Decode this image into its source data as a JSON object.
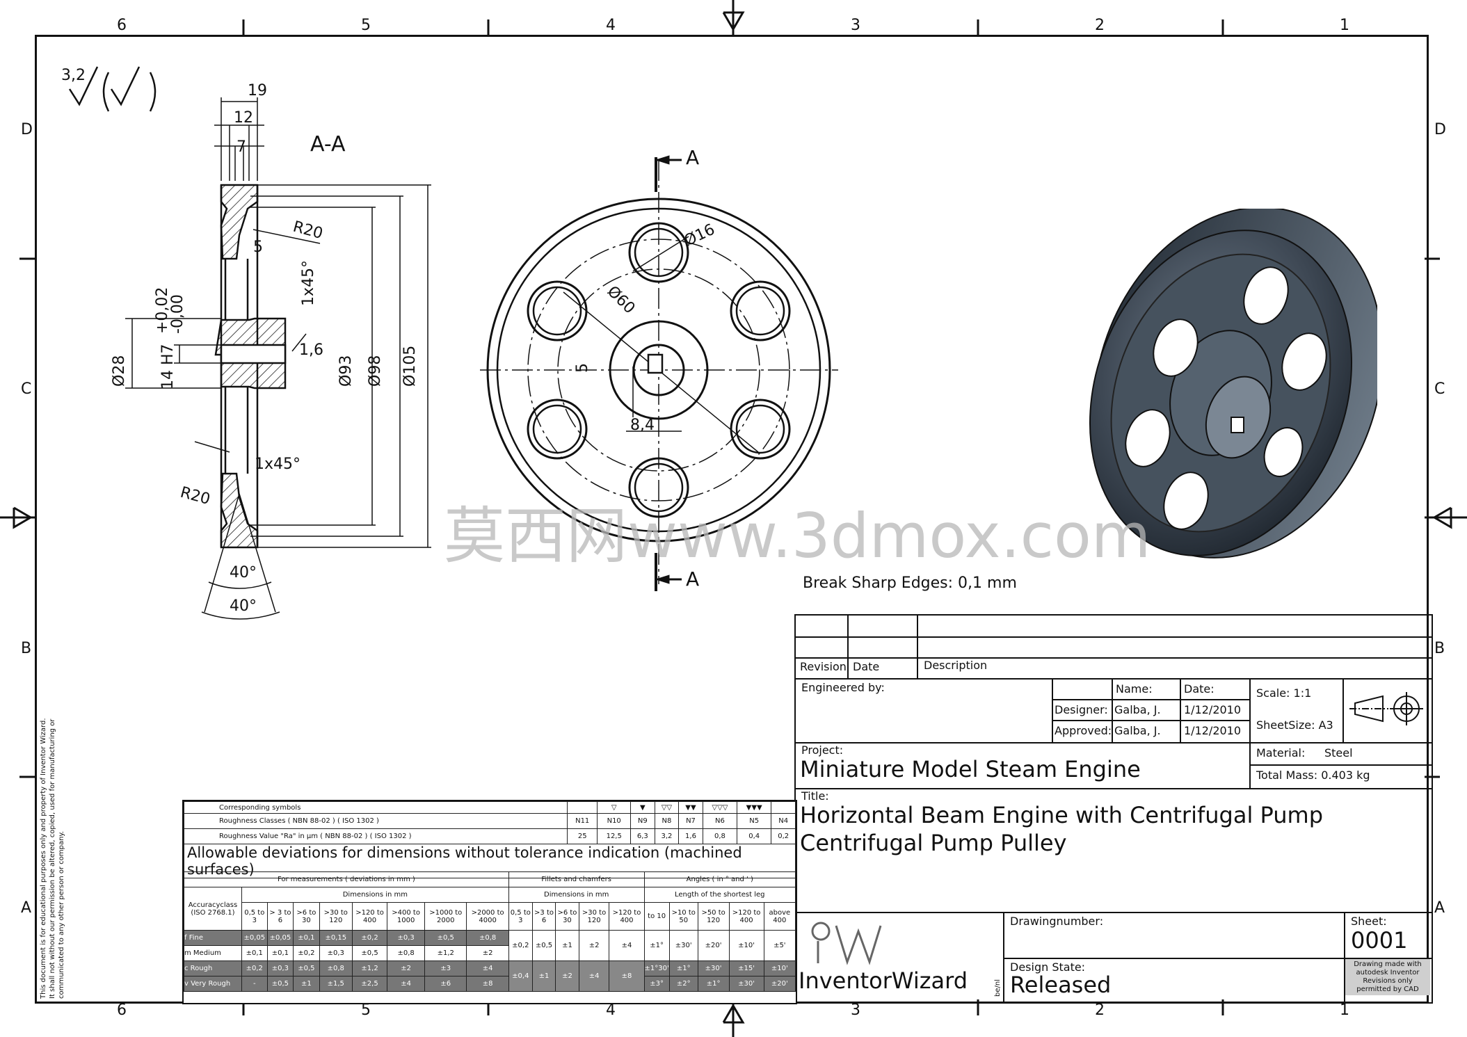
{
  "zones": {
    "top": [
      "6",
      "5",
      "4",
      "3",
      "2",
      "1"
    ],
    "side": [
      "D",
      "C",
      "B",
      "A"
    ]
  },
  "surface_symbol": "3,2",
  "section_label": "A-A",
  "section_marker": "A",
  "dimensions": {
    "d19": "19",
    "d12": "12",
    "d7": "7",
    "r20a": "R20",
    "r20b": "R20",
    "d5": "5",
    "cham1": "1x45°",
    "cham2": "1x45°",
    "d16": "1,6",
    "dia28": "Ø28",
    "bore": "14 H7",
    "tol_up": "+0,02",
    "tol_dn": "-0,00",
    "dia93": "Ø93",
    "dia98": "Ø98",
    "dia105": "Ø105",
    "ang1": "40°",
    "ang2": "40°",
    "hole": "Ø16",
    "pcd": "Ø60",
    "key": "8,4",
    "keyw": "5"
  },
  "watermark": "莫西网www.3dmox.com",
  "note": "Break Sharp Edges: 0,1 mm",
  "side_note": [
    "This document is for educational purposes only and property of Inventor Wizard.",
    "It shall not without our permission be altered, copied, used for manufacturing or",
    "communicated to any other person or company."
  ],
  "title_block": {
    "revision_hdr": "Revision",
    "date_hdr": "Date",
    "desc_hdr": "Description",
    "engineered_by": "Engineered by:",
    "name_hdr": "Name:",
    "date2_hdr": "Date:",
    "designer_lbl": "Designer:",
    "designer_name": "Galba, J.",
    "designer_date": "1/12/2010",
    "approved_lbl": "Approved:",
    "approved_name": "Galba, J.",
    "approved_date": "1/12/2010",
    "scale": "Scale: 1:1",
    "sheetsize": "SheetSize: A3",
    "project_lbl": "Project:",
    "project": "Miniature Model Steam Engine",
    "material_lbl": "Material:",
    "material": "Steel",
    "mass": "Total Mass: 0.403 kg",
    "title_lbl": "Title:",
    "title1": "Horizontal Beam Engine with Centrifugal Pump",
    "title2": "Centrifugal Pump Pulley",
    "logo": "InventorWizard",
    "logo_sub": "be/nl",
    "drawingnumber_lbl": "Drawingnumber:",
    "design_state_lbl": "Design State:",
    "design_state": "Released",
    "sheet_lbl": "Sheet:",
    "sheet": "0001",
    "made_with": [
      "Drawing made with",
      "autodesk Inventor",
      "Revisions only",
      "permitted by CAD"
    ]
  },
  "tolerance": {
    "corr": "Corresponding symbols",
    "rough_cls": "Roughness Classes ( NBN 88-02 ) ( ISO 1302 )",
    "rough_val": "Roughness Value \"Ra\" in µm ( NBN 88-02 ) ( ISO 1302 )",
    "classes": [
      "N11",
      "N10",
      "N9",
      "N8",
      "N7",
      "N6",
      "N5",
      "N4"
    ],
    "values": [
      "25",
      "12,5",
      "6,3",
      "3,2",
      "1,6",
      "0,8",
      "0,4",
      "0,2"
    ],
    "heading": "Allowable deviations for dimensions without tolerance indication (machined surfaces)",
    "meas": "For measurements ( deviations in mm )",
    "fillets": "Fillets and chamfers",
    "angles": "Angles ( in ° and ' )",
    "dims_mm": "Dimensions in mm",
    "dims_mm2": "Dimensions in mm",
    "shortest": "Length of the shortest leg",
    "acc": "Accuracyclass (ISO 2768.1)",
    "ranges1": [
      "0,5 to 3",
      "> 3 to 6",
      ">6 to 30",
      ">30 to 120",
      ">120 to 400",
      ">400 to 1000",
      ">1000 to 2000",
      ">2000 to 4000"
    ],
    "ranges2": [
      "0,5 to 3",
      ">3 to 6",
      ">6 to 30",
      ">30 to 120",
      ">120 to 400"
    ],
    "ranges3": [
      "to 10",
      ">10 to 50",
      ">50 to 120",
      ">120 to 400",
      "above 400"
    ],
    "rows": [
      {
        "cls": "f  Fine",
        "v": [
          "±0,05",
          "±0,05",
          "±0,1",
          "±0,15",
          "±0,2",
          "±0,3",
          "±0,5",
          "±0,8"
        ],
        "f": [
          "±0,2",
          "±0,5",
          "±1",
          "±2",
          "±4"
        ],
        "a": [
          "±1°",
          "±30'",
          "±20'",
          "±10'",
          "±5'"
        ]
      },
      {
        "cls": "m  Medium",
        "v": [
          "±0,1",
          "±0,1",
          "±0,2",
          "±0,3",
          "±0,5",
          "±0,8",
          "±1,2",
          "±2"
        ],
        "f": [],
        "a": []
      },
      {
        "cls": "c  Rough",
        "v": [
          "±0,2",
          "±0,3",
          "±0,5",
          "±0,8",
          "±1,2",
          "±2",
          "±3",
          "±4"
        ],
        "f": [
          "±0,4",
          "±1",
          "±2",
          "±4",
          "±8"
        ],
        "a": [
          "±1°30'",
          "±1°",
          "±30'",
          "±15'",
          "±10'"
        ]
      },
      {
        "cls": "v  Very Rough",
        "v": [
          "-",
          "±0,5",
          "±1",
          "±1,5",
          "±2,5",
          "±4",
          "±6",
          "±8"
        ],
        "f": [],
        "a": [
          "±3°",
          "±2°",
          "±1°",
          "±30'",
          "±20'"
        ]
      }
    ]
  }
}
